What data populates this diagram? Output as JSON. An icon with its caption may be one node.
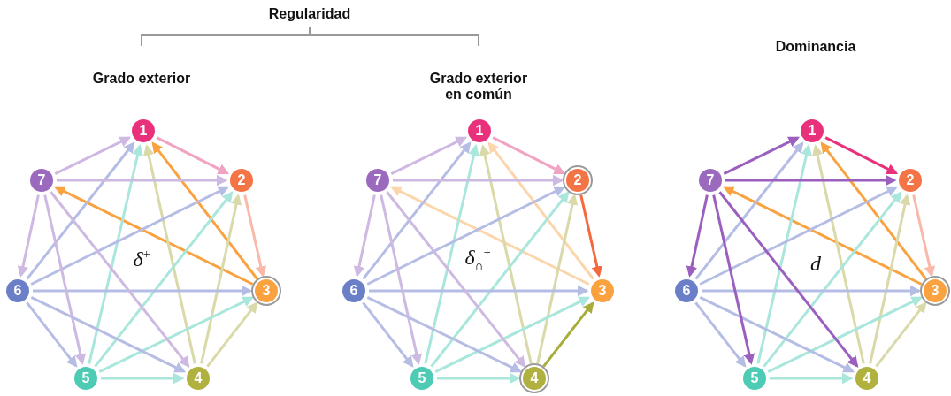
{
  "diagram": {
    "nodes": [
      {
        "text": [
          "1"
        ]
      },
      {
        "text": [
          "2"
        ]
      },
      {
        "text": [
          "3"
        ]
      },
      {
        "text": [
          "4"
        ]
      },
      {
        "text": [
          "5"
        ]
      },
      {
        "text": [
          "6"
        ]
      },
      {
        "text": [
          "7"
        ]
      },
      {
        "text": [
          "1"
        ]
      },
      {
        "text": [
          "2"
        ]
      },
      {
        "text": [
          "3"
        ]
      },
      {
        "text": [
          "4"
        ]
      },
      {
        "text": [
          "5"
        ]
      },
      {
        "text": [
          "6"
        ]
      },
      {
        "text": [
          "7"
        ]
      },
      {
        "text": [
          "1"
        ]
      },
      {
        "text": [
          "2"
        ]
      },
      {
        "text": [
          "3"
        ]
      },
      {
        "text": [
          "4"
        ]
      },
      {
        "text": [
          "5"
        ]
      },
      {
        "text": [
          "6"
        ]
      },
      {
        "text": [
          "7"
        ]
      }
    ],
    "edges": [
      {
        "from": 0,
        "to": 1,
        "arrow": "to",
        "color": "#f0a3c3"
      },
      {
        "from": 1,
        "to": 2,
        "arrow": "to",
        "color": "#f9b9a9"
      },
      {
        "from": 2,
        "to": 0,
        "arrow": "to",
        "color": "#f9a23f"
      },
      {
        "from": 2,
        "to": 6,
        "arrow": "to",
        "color": "#f9a23f"
      },
      {
        "from": 3,
        "to": 0,
        "arrow": "to",
        "color": "#d9d9a9"
      },
      {
        "from": 3,
        "to": 1,
        "arrow": "to",
        "color": "#d9d9a9"
      },
      {
        "from": 3,
        "to": 2,
        "arrow": "to",
        "color": "#d9d9a9"
      },
      {
        "from": 4,
        "to": 0,
        "arrow": "to",
        "color": "#a9e6dc"
      },
      {
        "from": 4,
        "to": 1,
        "arrow": "to",
        "color": "#a9e6dc"
      },
      {
        "from": 4,
        "to": 2,
        "arrow": "to",
        "color": "#a9e6dc"
      },
      {
        "from": 4,
        "to": 3,
        "arrow": "to",
        "color": "#a9e6dc"
      },
      {
        "from": 5,
        "to": 0,
        "arrow": "to",
        "color": "#b5bde5"
      },
      {
        "from": 5,
        "to": 1,
        "arrow": "to",
        "color": "#b5bde5"
      },
      {
        "from": 5,
        "to": 2,
        "arrow": "to",
        "color": "#b5bde5"
      },
      {
        "from": 5,
        "to": 3,
        "arrow": "to",
        "color": "#b5bde5"
      },
      {
        "from": 5,
        "to": 4,
        "arrow": "to",
        "color": "#b5bde5"
      },
      {
        "from": 6,
        "to": 0,
        "arrow": "to",
        "color": "#cdb9e1"
      },
      {
        "from": 6,
        "to": 1,
        "arrow": "to",
        "color": "#cdb9e1"
      },
      {
        "from": 6,
        "to": 3,
        "arrow": "to",
        "color": "#cdb9e1"
      },
      {
        "from": 6,
        "to": 4,
        "arrow": "to",
        "color": "#cdb9e1"
      },
      {
        "from": 6,
        "to": 5,
        "arrow": "to",
        "color": "#cdb9e1"
      },
      {
        "from": 7,
        "to": 8,
        "arrow": "to",
        "color": "#f0a3c3"
      },
      {
        "from": 8,
        "to": 9,
        "arrow": "to",
        "color": "#f26a3e"
      },
      {
        "from": 9,
        "to": 7,
        "arrow": "to",
        "color": "#fbd5ab"
      },
      {
        "from": 9,
        "to": 13,
        "arrow": "to",
        "color": "#fbd5ab"
      },
      {
        "from": 10,
        "to": 7,
        "arrow": "to",
        "color": "#d9d9a9"
      },
      {
        "from": 10,
        "to": 8,
        "arrow": "to",
        "color": "#d9d9a9"
      },
      {
        "from": 10,
        "to": 9,
        "arrow": "to",
        "color": "#a8ac38"
      },
      {
        "from": 11,
        "to": 7,
        "arrow": "to",
        "color": "#a9e6dc"
      },
      {
        "from": 11,
        "to": 8,
        "arrow": "to",
        "color": "#a9e6dc"
      },
      {
        "from": 11,
        "to": 9,
        "arrow": "to",
        "color": "#a9e6dc"
      },
      {
        "from": 11,
        "to": 10,
        "arrow": "to",
        "color": "#a9e6dc"
      },
      {
        "from": 12,
        "to": 7,
        "arrow": "to",
        "color": "#b5bde5"
      },
      {
        "from": 12,
        "to": 8,
        "arrow": "to",
        "color": "#b5bde5"
      },
      {
        "from": 12,
        "to": 9,
        "arrow": "to",
        "color": "#b5bde5"
      },
      {
        "from": 12,
        "to": 10,
        "arrow": "to",
        "color": "#b5bde5"
      },
      {
        "from": 12,
        "to": 11,
        "arrow": "to",
        "color": "#b5bde5"
      },
      {
        "from": 13,
        "to": 7,
        "arrow": "to",
        "color": "#cdb9e1"
      },
      {
        "from": 13,
        "to": 8,
        "arrow": "to",
        "color": "#cdb9e1"
      },
      {
        "from": 13,
        "to": 10,
        "arrow": "to",
        "color": "#cdb9e1"
      },
      {
        "from": 13,
        "to": 11,
        "arrow": "to",
        "color": "#cdb9e1"
      },
      {
        "from": 13,
        "to": 12,
        "arrow": "to",
        "color": "#cdb9e1"
      },
      {
        "from": 14,
        "to": 15,
        "arrow": "to",
        "color": "#e8317a"
      },
      {
        "from": 15,
        "to": 16,
        "arrow": "to",
        "color": "#f9b9a9"
      },
      {
        "from": 16,
        "to": 14,
        "arrow": "to",
        "color": "#f9a23f"
      },
      {
        "from": 16,
        "to": 20,
        "arrow": "to",
        "color": "#f9a23f"
      },
      {
        "from": 17,
        "to": 14,
        "arrow": "to",
        "color": "#d9d9a9"
      },
      {
        "from": 17,
        "to": 15,
        "arrow": "to",
        "color": "#d9d9a9"
      },
      {
        "from": 17,
        "to": 16,
        "arrow": "to",
        "color": "#d9d9a9"
      },
      {
        "from": 18,
        "to": 14,
        "arrow": "to",
        "color": "#a9e6dc"
      },
      {
        "from": 18,
        "to": 15,
        "arrow": "to",
        "color": "#a9e6dc"
      },
      {
        "from": 18,
        "to": 16,
        "arrow": "to",
        "color": "#a9e6dc"
      },
      {
        "from": 18,
        "to": 17,
        "arrow": "to",
        "color": "#a9e6dc"
      },
      {
        "from": 19,
        "to": 14,
        "arrow": "to",
        "color": "#b5bde5"
      },
      {
        "from": 19,
        "to": 15,
        "arrow": "to",
        "color": "#b5bde5"
      },
      {
        "from": 19,
        "to": 16,
        "arrow": "to",
        "color": "#b5bde5"
      },
      {
        "from": 19,
        "to": 17,
        "arrow": "to",
        "color": "#b5bde5"
      },
      {
        "from": 19,
        "to": 18,
        "arrow": "to",
        "color": "#b5bde5"
      },
      {
        "from": 20,
        "to": 14,
        "arrow": "to",
        "color": "#9b5fbf"
      },
      {
        "from": 20,
        "to": 15,
        "arrow": "to",
        "color": "#9b5fbf"
      },
      {
        "from": 20,
        "to": 17,
        "arrow": "to",
        "color": "#9b5fbf"
      },
      {
        "from": 20,
        "to": 18,
        "arrow": "to",
        "color": "#9b5fbf"
      },
      {
        "from": 20,
        "to": 19,
        "arrow": "to",
        "color": "#9b5fbf"
      }
    ],
    "labels": [
      "Regularidad",
      "Dominancia",
      "Grado exterior",
      "Grado exterior en común",
      "δ$^{+}$",
      "δ$_{∩}$$^{+}$",
      "d"
    ]
  }
}
